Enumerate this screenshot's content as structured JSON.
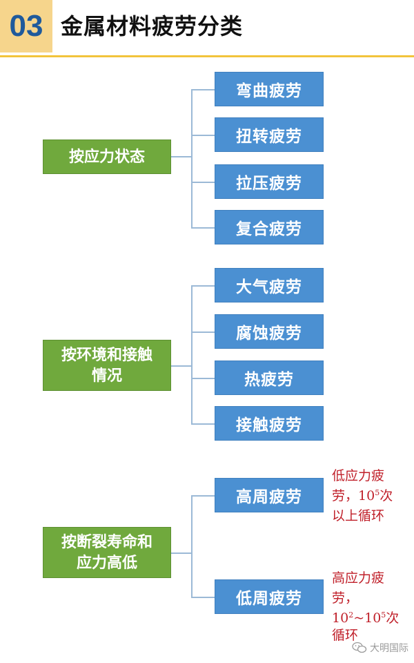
{
  "header": {
    "number": "03",
    "title": "金属材料疲劳分类"
  },
  "groups": [
    {
      "label_lines": [
        "按应力状态"
      ],
      "items": [
        "弯曲疲劳",
        "扭转疲劳",
        "拉压疲劳",
        "复合疲劳"
      ]
    },
    {
      "label_lines": [
        "按环境和接触",
        "情况"
      ],
      "items": [
        "大气疲劳",
        "腐蚀疲劳",
        "热疲劳",
        "接触疲劳"
      ]
    },
    {
      "label_lines": [
        "按断裂寿命和",
        "应力高低"
      ],
      "items": [
        "高周疲劳",
        "低周疲劳"
      ]
    }
  ],
  "notes": {
    "high_cycle": {
      "line1": "低应力疲",
      "line2_pre": "劳，10",
      "line2_sup": "5",
      "line2_post": "次",
      "line3": "以上循环"
    },
    "low_cycle": {
      "line1": "高应力疲",
      "line2": "劳，",
      "line3_a": "10",
      "line3_sup_a": "2",
      "line3_mid": "~10",
      "line3_sup_b": "5",
      "line3_post": "次",
      "line4": "循环"
    }
  },
  "watermark": {
    "text": "大明国际",
    "icon": "wechat-icon"
  },
  "colors": {
    "category_green": "#70a93d",
    "leaf_blue": "#4b90d2",
    "note_red": "#c0202a",
    "header_badge": "#f6d58c",
    "header_rule": "#f2c43b"
  }
}
